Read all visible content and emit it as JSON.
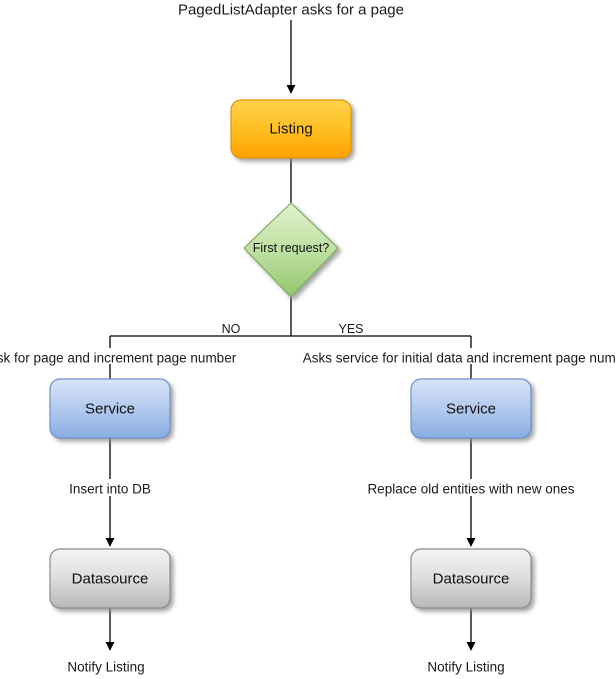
{
  "diagram": {
    "title_label": "PagedListAdapter asks for a page",
    "nodes": {
      "listing": {
        "label": "Listing",
        "fill_top": "#ffcf3f",
        "fill_bottom": "#ffa000",
        "stroke": "#e09000"
      },
      "decision": {
        "label": "First request?",
        "fill_top": "#dcefc6",
        "fill_bottom": "#97c972",
        "stroke": "#7fae5c"
      },
      "service_left": {
        "label": "Service",
        "fill_top": "#d4e2f7",
        "fill_bottom": "#8cb0e0",
        "stroke": "#6f93c9"
      },
      "service_right": {
        "label": "Service",
        "fill_top": "#d4e2f7",
        "fill_bottom": "#8cb0e0",
        "stroke": "#6f93c9"
      },
      "datasource_left": {
        "label": "Datasource",
        "fill_top": "#f0f0f0",
        "fill_bottom": "#bcbcbc",
        "stroke": "#8f8f8f"
      },
      "datasource_right": {
        "label": "Datasource",
        "fill_top": "#f0f0f0",
        "fill_bottom": "#bcbcbc",
        "stroke": "#8f8f8f"
      }
    },
    "edge_labels": {
      "branch_no": "NO",
      "branch_yes": "YES",
      "left_request": "Ask for page and increment page number",
      "right_request": "Asks service for initial data and increment page number",
      "left_db": "Insert into DB",
      "right_db": "Replace old entities with new ones",
      "left_notify": "Notify Listing",
      "right_notify": "Notify Listing"
    },
    "colors": {
      "line": "#000000",
      "text": "#1a1a1a",
      "background": "#ffffff"
    }
  }
}
